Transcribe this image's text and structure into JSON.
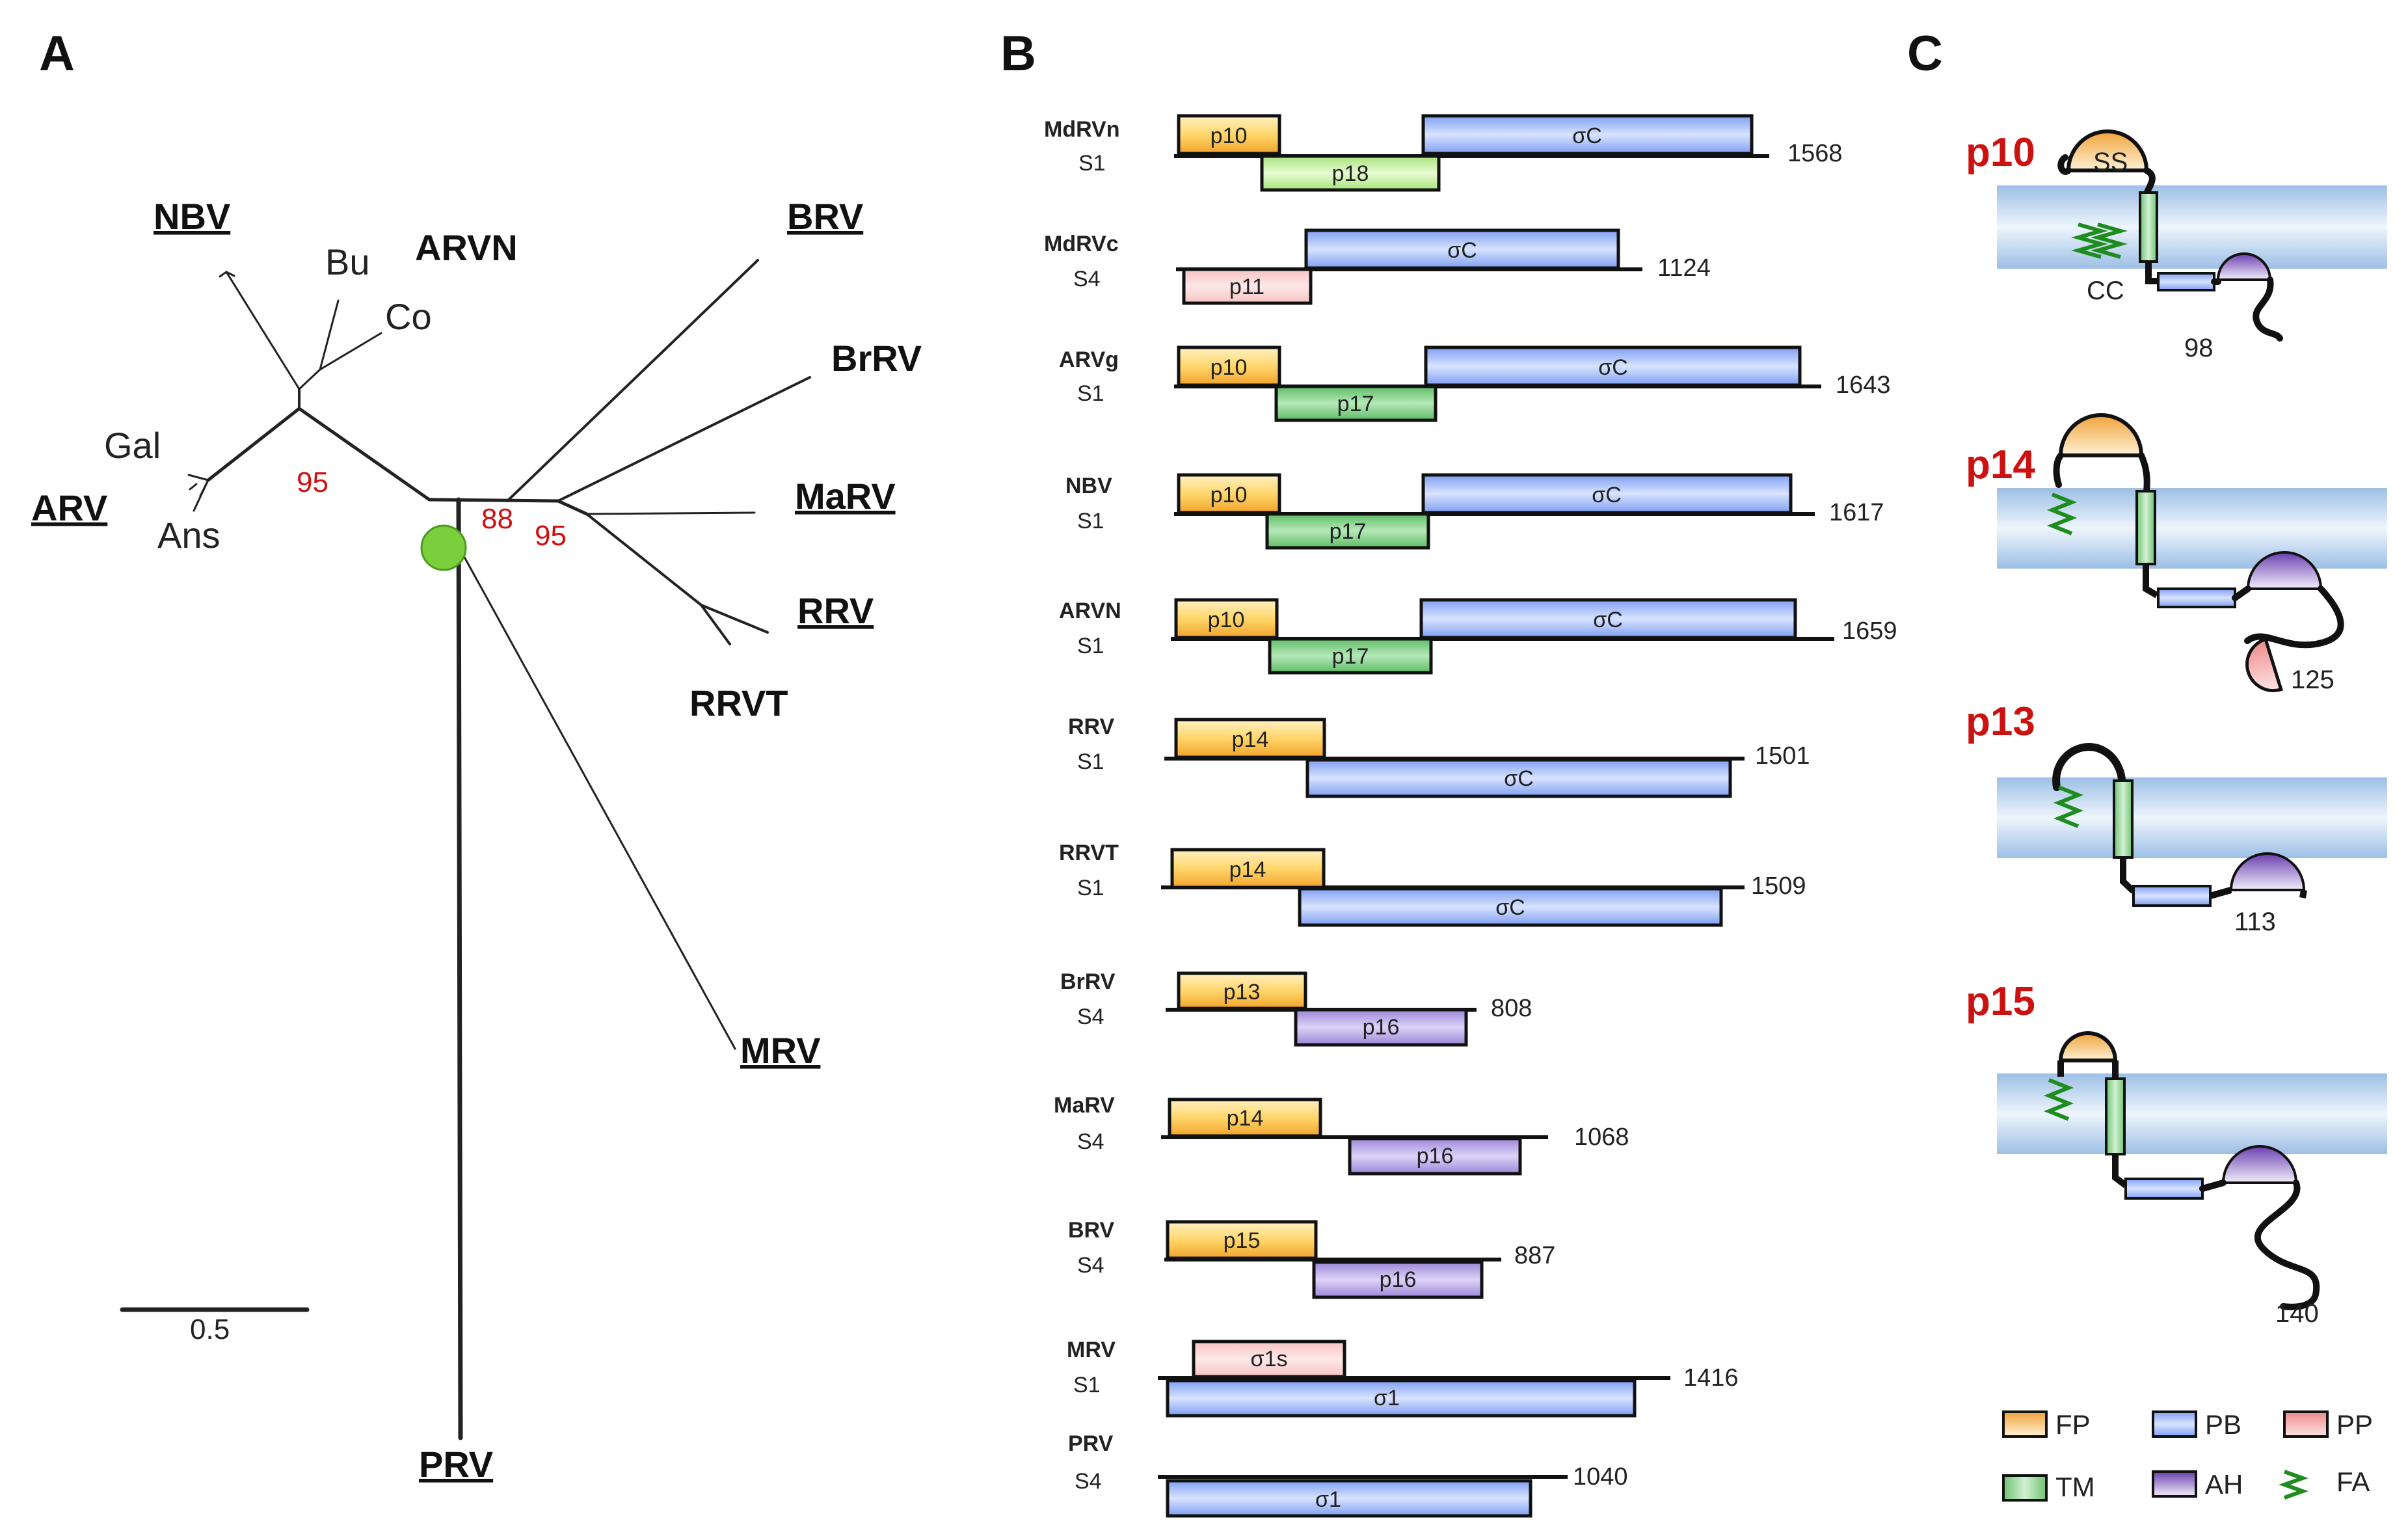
{
  "panels": {
    "a": "A",
    "b": "B",
    "c": "C"
  },
  "tree": {
    "labels": {
      "nbv": "NBV",
      "arvn": "ARVN",
      "bu": "Bu",
      "co": "Co",
      "gal": "Gal",
      "ans": "Ans",
      "arv": "ARV",
      "brv": "BRV",
      "brrv": "BrRV",
      "marv": "MaRV",
      "rrv": "RRV",
      "rrvt": "RRVT",
      "mrv": "MRV",
      "prv": "PRV"
    },
    "support": {
      "s95a": "95",
      "s88": "88",
      "s95b": "95"
    },
    "scale": "0.5"
  },
  "segments": [
    {
      "virus": "MdRVn",
      "segment": "S1",
      "length": "1568",
      "boxes": {
        "b0": "p10",
        "b1": "p18",
        "b2": "σC"
      }
    },
    {
      "virus": "MdRVc",
      "segment": "S4",
      "length": "1124",
      "boxes": {
        "b0": "p11",
        "b1": "σC"
      }
    },
    {
      "virus": "ARVg",
      "segment": "S1",
      "length": "1643",
      "boxes": {
        "b0": "p10",
        "b1": "p17",
        "b2": "σC"
      }
    },
    {
      "virus": "NBV",
      "segment": "S1",
      "length": "1617",
      "boxes": {
        "b0": "p10",
        "b1": "p17",
        "b2": "σC"
      }
    },
    {
      "virus": "ARVN",
      "segment": "S1",
      "length": "1659",
      "boxes": {
        "b0": "p10",
        "b1": "p17",
        "b2": "σC"
      }
    },
    {
      "virus": "RRV",
      "segment": "S1",
      "length": "1501",
      "boxes": {
        "b0": "p14",
        "b1": "σC"
      }
    },
    {
      "virus": "RRVT",
      "segment": "S1",
      "length": "1509",
      "boxes": {
        "b0": "p14",
        "b1": "σC"
      }
    },
    {
      "virus": "BrRV",
      "segment": "S4",
      "length": "808",
      "boxes": {
        "b0": "p13",
        "b1": "p16"
      }
    },
    {
      "virus": "MaRV",
      "segment": "S4",
      "length": "1068",
      "boxes": {
        "b0": "p14",
        "b1": "p16"
      }
    },
    {
      "virus": "BRV",
      "segment": "S4",
      "length": "887",
      "boxes": {
        "b0": "p15",
        "b1": "p16"
      }
    },
    {
      "virus": "MRV",
      "segment": "S1",
      "length": "1416",
      "boxes": {
        "b0": "σ1s",
        "b1": "σ1"
      }
    },
    {
      "virus": "PRV",
      "segment": "S4",
      "length": "1040",
      "boxes": {
        "b0": "σ1"
      }
    }
  ],
  "proteins": [
    {
      "name": "p10",
      "length": "98",
      "ss": "SS",
      "cc": "CC"
    },
    {
      "name": "p14",
      "length": "125"
    },
    {
      "name": "p13",
      "length": "113"
    },
    {
      "name": "p15",
      "length": "140"
    }
  ],
  "legend": {
    "fp": "FP",
    "pb": "PB",
    "pp": "PP",
    "tm": "TM",
    "ah": "AH",
    "fa": "FA"
  },
  "colors": {
    "fp": "#ffd66b",
    "tm": "#97d39b",
    "pb": "#8aaaf5",
    "ah": "#8c62c4",
    "pp": "#f3a6a0",
    "fa": "#1e8c1e",
    "p17": "#7fcf87",
    "p18": "#c8f0a6",
    "p11": "#f9cfcf",
    "p16": "#b8a6e8",
    "support": "#d01010",
    "node": "#7ccf3c",
    "membrane": "#a9c8e8",
    "protein_title": "#cc1111"
  }
}
